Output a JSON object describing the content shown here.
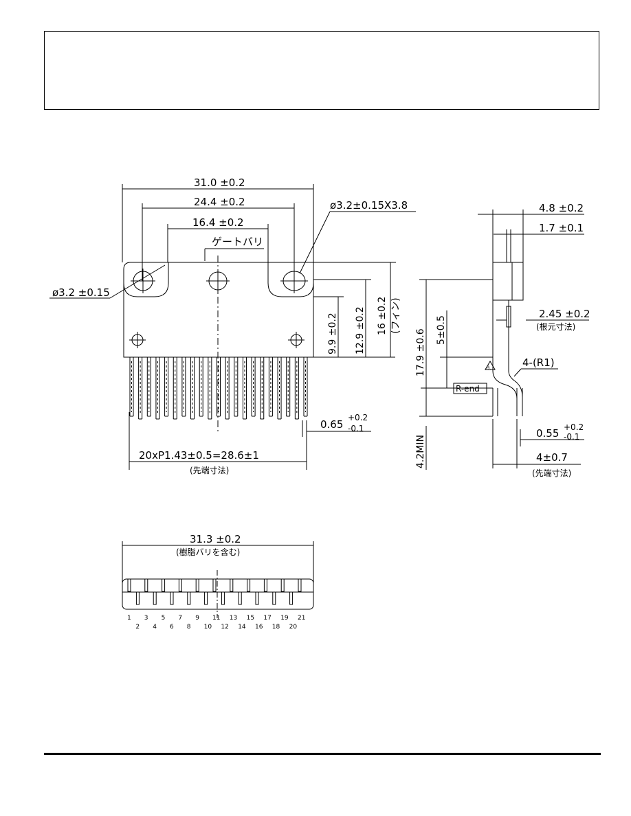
{
  "dims": {
    "overall_width": "31.0 ±0.2",
    "mount_pitch": "24.4 ±0.2",
    "inner_width": "16.4 ±0.2",
    "gate_burr": "ゲートバリ",
    "slot": "ø3.2±0.15X3.8",
    "hole": "ø3.2 ±0.15",
    "h_9_9": "9.9 ±0.2",
    "h_12_9": "12.9 ±0.2",
    "h_16": "16 ±0.2",
    "h_16_note": "(フィン)",
    "lead_width": "0.65",
    "lead_width_tol_plus": "+0.2",
    "lead_width_tol_minus": "-0.1",
    "pitch": "20xP1.43±0.5=28.6±1",
    "pitch_note": "(先端寸法)"
  },
  "side": {
    "d_4_8": "4.8 ±0.2",
    "d_1_7": "1.7 ±0.1",
    "d_2_45": "2.45 ±0.2",
    "d_2_45_note": "(根元寸法)",
    "d_17_9": "17.9 ±0.6",
    "d_5": "5±0.5",
    "r_note": "4-(R1)",
    "r_end": "R-end",
    "warn": "⚠",
    "d_0_55": "0.55",
    "d_0_55_plus": "+0.2",
    "d_0_55_minus": "-0.1",
    "d_4_2": "4.2MIN",
    "d_4": "4±0.7",
    "d_4_note": "(先端寸法)"
  },
  "bottom": {
    "width": "31.3 ±0.2",
    "width_note": "(樹脂バリを含む)",
    "pins_odd": [
      "1",
      "3",
      "5",
      "7",
      "9",
      "11",
      "13",
      "15",
      "17",
      "19",
      "21"
    ],
    "pins_even": [
      "2",
      "4",
      "6",
      "8",
      "10",
      "12",
      "14",
      "16",
      "18",
      "20"
    ]
  }
}
